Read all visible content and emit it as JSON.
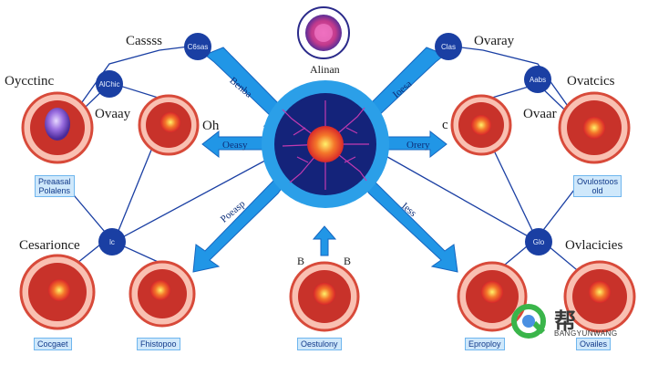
{
  "labels": {
    "top_left_title": "Cassss",
    "top_right_title": "Ovaray",
    "center_caption": "Alinan",
    "left_cell": "Oycctinc",
    "left_ovary": "Ovaay",
    "left_oh": "Oh",
    "right_cell": "Ovatcics",
    "right_ovary": "Ovaar",
    "right_c": "c",
    "bottom_left_title": "Cesarionce",
    "bottom_right_title": "Ovlacicies",
    "b_left": "B",
    "b_right": "B"
  },
  "nodes": {
    "top_left": "C6sas",
    "left_mid": "AlChic",
    "top_right": "Clas",
    "right_mid": "Aabs",
    "bottom_left": "lc",
    "bottom_right": "Glo"
  },
  "arrows": {
    "top_left": "Benba",
    "top_right": "Ioesa",
    "left": "Oeasy",
    "right": "Orery",
    "bottom_left": "Poeasp",
    "bottom_right": "Iess"
  },
  "boxes": {
    "left": "Preaasal\nPolalens",
    "right": "Ovulostoos\nold",
    "bottom_left": "Cocgaet",
    "bottom_mid_left": "Fhistopoo",
    "bottom_mid": "Oestulony",
    "bottom_right_a": "Eproploy",
    "bottom_right_b": "Ovailes"
  },
  "watermark": {
    "text": "帮",
    "sub": "BANGYUNWANG"
  },
  "colors": {
    "blue_arrow": "#1f8fe0",
    "dark_node": "#1a3fa3",
    "cell_outer": "#e8503a",
    "cell_bg": "#f9c0b2",
    "center_outer": "#2b9fe8",
    "center_inner": "#14237a"
  }
}
